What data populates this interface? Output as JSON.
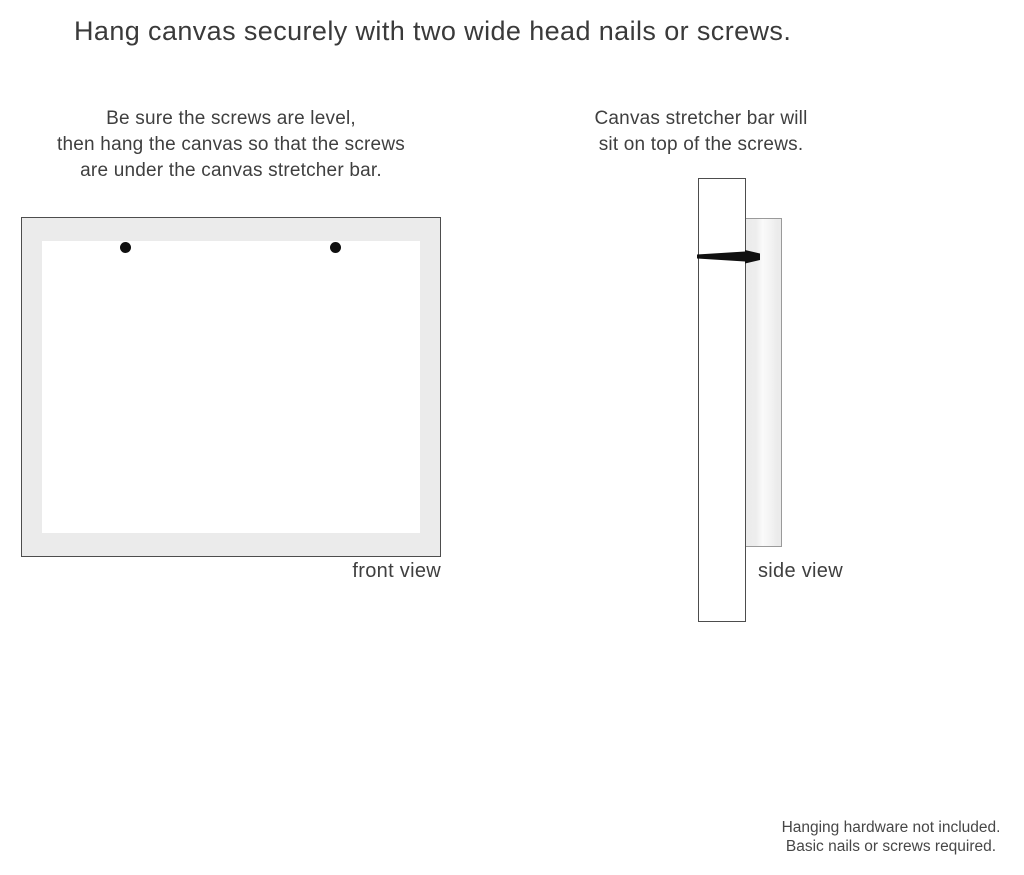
{
  "page": {
    "title": "Hang canvas securely with two wide head nails or screws."
  },
  "instructions": {
    "left": {
      "line1": "Be sure the screws are level,",
      "line2": "then hang the canvas so that the screws",
      "line3": "are under the canvas stretcher bar."
    },
    "right": {
      "line1": "Canvas stretcher bar will",
      "line2": "sit on top of the screws."
    }
  },
  "diagrams": {
    "front_view": {
      "label": "front view",
      "nail_count": 2
    },
    "side_view": {
      "label": "side view"
    }
  },
  "footer": {
    "line1": "Hanging hardware not included.",
    "line2": "Basic nails or screws required."
  },
  "colors": {
    "background": "#ffffff",
    "canvas_matte_gray": "#ebebeb",
    "border_dark": "#4d4d4d",
    "border_light": "#9a9a9a",
    "text": "#3d3d3d",
    "nail_black": "#101010"
  }
}
